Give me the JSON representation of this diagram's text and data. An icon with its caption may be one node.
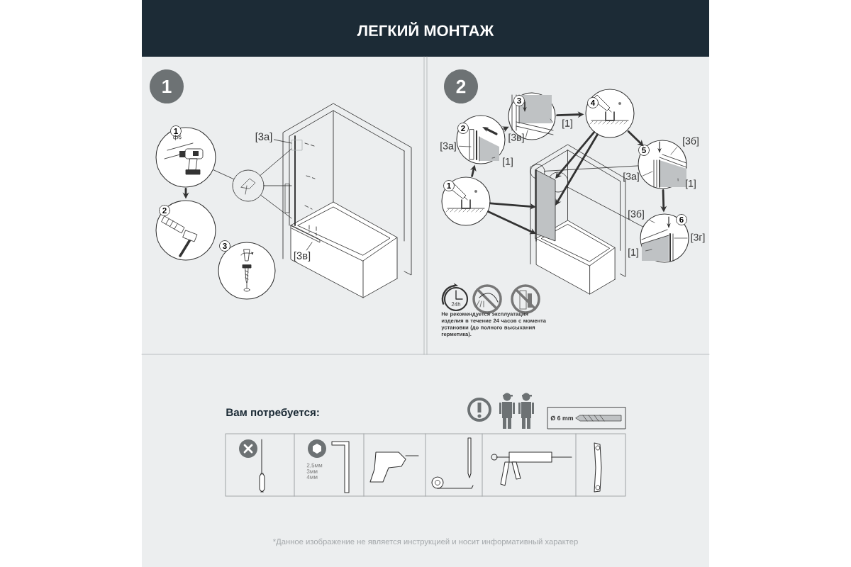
{
  "diagram": {
    "title": "ЛЕГКИЙ МОНТАЖ",
    "nodes": [
      {
        "text": [
          "1"
        ]
      },
      {
        "text": [
          "1",
          "ф6"
        ]
      },
      {
        "text": [
          "2"
        ]
      },
      {
        "text": [
          "3"
        ]
      },
      {
        "text": [],
        "shape": "circle"
      },
      {
        "text": [
          "[3а]"
        ]
      },
      {
        "text": [
          "[3в]"
        ]
      },
      {
        "text": [
          "2"
        ]
      },
      {
        "text": [
          "1"
        ]
      },
      {
        "text": [
          "2",
          "[3а]",
          "[1]"
        ]
      },
      {
        "text": [
          "3",
          "[3в]",
          "[1]"
        ]
      },
      {
        "text": [
          "4"
        ]
      },
      {
        "text": [
          "5",
          "[3б]",
          "[3а]",
          "[1]"
        ]
      },
      {
        "text": [
          "6",
          "[3б]",
          "[3г]",
          "[1]"
        ]
      },
      {
        "text": [],
        "shape": "circle"
      },
      {
        "text": [],
        "shape": "circle"
      },
      {
        "text": [],
        "shape": "picture"
      },
      {
        "text": [],
        "shape": "picture"
      }
    ],
    "edges": [
      {
        "from": 1,
        "to": 2,
        "arrow": "to"
      },
      {
        "from": 1,
        "to": 4,
        "arrow": "none"
      },
      {
        "from": 4,
        "to": 16,
        "arrow": "none"
      },
      {
        "from": 4,
        "to": 16,
        "arrow": "none"
      },
      {
        "from": 4,
        "to": 16,
        "arrow": "none"
      },
      {
        "from": 5,
        "to": 16,
        "arrow": "none"
      },
      {
        "from": 6,
        "to": 16,
        "arrow": "none"
      },
      {
        "from": 8,
        "to": 9,
        "arrow": "to"
      },
      {
        "from": 9,
        "to": 10,
        "arrow": "to"
      },
      {
        "from": 10,
        "to": 11,
        "arrow": "to"
      },
      {
        "from": 11,
        "to": 12,
        "arrow": "to"
      },
      {
        "from": 12,
        "to": 13,
        "arrow": "to"
      },
      {
        "from": 8,
        "to": 17,
        "arrow": "to"
      },
      {
        "from": 8,
        "to": 17,
        "arrow": "to"
      },
      {
        "from": 11,
        "to": 17,
        "arrow": "to"
      },
      {
        "from": 11,
        "to": 17,
        "arrow": "to"
      },
      {
        "from": 12,
        "to": 14,
        "arrow": "none"
      },
      {
        "from": 13,
        "to": 15,
        "arrow": "none"
      }
    ],
    "labels": [
      "24h",
      "Не рекомендуется эксплуатация изделия в течение 24 часов с момента установки (до полного высыхания герметика).",
      "Вам потребуется:",
      "Ø 6 mm",
      "2,5мм",
      "3мм",
      "4мм",
      "*Данное изображение не является инструкцией и носит информативный характер"
    ]
  }
}
